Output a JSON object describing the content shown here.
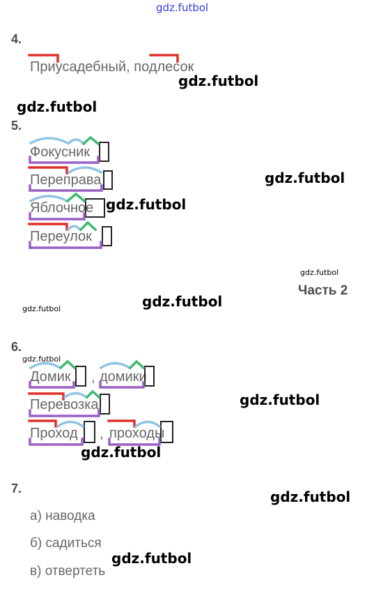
{
  "watermark": "gdz.futbol",
  "watermark_color_top": "#3b3bd9",
  "part_label": "Часть 2",
  "mark_colors": {
    "prefix": "#e0302a",
    "root": "#8fc4e4",
    "suffix": "#3fb870",
    "base": "#9a5fc4",
    "ending": "#222222"
  },
  "task4": {
    "number": "4.",
    "text": "Приусадебный, подлесок"
  },
  "task5": {
    "number": "5.",
    "words": [
      "Фокусник",
      "Переправа",
      "Яблочное",
      "Переулок"
    ]
  },
  "task6": {
    "number": "6.",
    "row1": [
      "Домик",
      ",",
      "домики"
    ],
    "row2": [
      "Перевозка"
    ],
    "row3": [
      "Проход",
      ",",
      "проходы"
    ]
  },
  "task7": {
    "number": "7.",
    "options": [
      "а) наводка",
      "б) садиться",
      "в) отвертеть"
    ]
  }
}
